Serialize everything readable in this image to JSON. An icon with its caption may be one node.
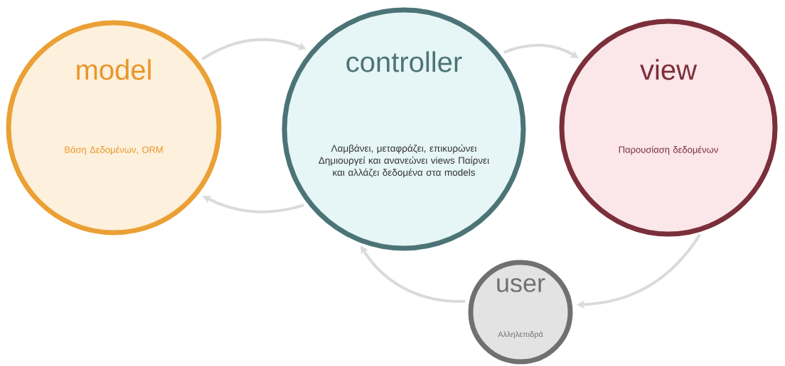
{
  "diagram": {
    "nodes": [
      {
        "text": [
          "model",
          "Βάση Δεδομένων, ORM"
        ]
      },
      {
        "text": [
          "controller",
          "Λαμβάνει, μεταφράζει, επικυρώνει Δημιουργεί και ανανεώνει views Παίρνει και αλλάζει δεδομένα στα models"
        ]
      },
      {
        "text": [
          "view",
          "Παρουσίαση δεδομένων"
        ]
      },
      {
        "text": [
          "user",
          "Αλληλεπιδρά"
        ]
      }
    ],
    "edges": [
      {
        "from": 0,
        "to": 1,
        "arrow": "to"
      },
      {
        "from": 1,
        "to": 0,
        "arrow": "to"
      },
      {
        "from": 1,
        "to": 2,
        "arrow": "to"
      },
      {
        "from": 2,
        "to": 3,
        "arrow": "to"
      },
      {
        "from": 3,
        "to": 1,
        "arrow": "to"
      }
    ]
  }
}
